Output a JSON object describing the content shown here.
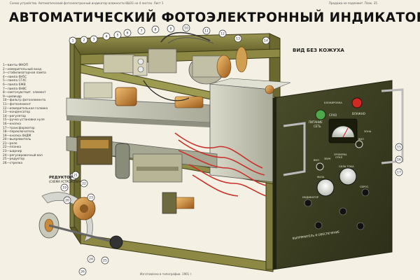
{
  "header": {
    "title": "АВТОМАТИЧЕСКИЙ ФОТОЭЛЕКТРОННЫЙ ИНДИКАТОР ВЛАЖНОСТИ 8Ш31",
    "top_left_note": "Схема устройства. Автоматический фотоэлектронный индикатор влажности 8Ш31 на 4 листах. Лист 1",
    "top_right_note": "Продажа не подлежит. Плак. 35"
  },
  "view_label": "ВИД БЕЗ КОЖУХА",
  "reductor_label": "РЕДУКТОР",
  "reductor_sublabel": "(СХЕМА УСТРОЙСТВА)",
  "legend": [
    "1—винты ФНОП",
    "2—измерительный вход",
    "3—стабилизаторная лампа",
    "4—лампа 6Н5С",
    "5—лампа СГ4С",
    "6—лампа 6Ж8",
    "7—лампа 6Н8С",
    "8—светочувствит. элемент",
    "9—цилиндр",
    "10—фильтр фотоэлемента",
    "11—фотоэлемент",
    "12—измерительная головка",
    "13—конденсатор",
    "14—регулятор",
    "15—ручка установки нуля",
    "16—кнопка",
    "17—трансформатор",
    "18—переключатель",
    "19—кнопка 4НДМ",
    "20—выпрямитель",
    "21—реле",
    "22—планка",
    "23—шарнир",
    "24—регулировочный вал",
    "25—редуктор",
    "26—стрелка"
  ],
  "callouts": [
    "1",
    "2",
    "3",
    "4",
    "5",
    "6",
    "7",
    "8",
    "9",
    "10",
    "11",
    "12",
    "13",
    "14",
    "15",
    "16",
    "17",
    "18",
    "19",
    "20",
    "21",
    "22",
    "23",
    "24",
    "25",
    "26"
  ],
  "panel": {
    "labels": [
      "ПИТАНИЕ",
      "СЕТЬ",
      "СУХО",
      "ВЛАЖНО",
      "БЛОКИРОВКА",
      "ВКЛ",
      "ЗВУК",
      "ОТКЛ",
      "ВКЛ",
      "ФАЗА",
      "СИЛА ТОКА",
      "ПРОВЕРКА",
      "ЗОНА",
      "СБРОС",
      "ИНДИКАТОР"
    ],
    "bottom_text": "ВЫПРЯМИТЕЛЬ И ОБЕСПЕЧЕНИЕ"
  },
  "footer": "Изготовлено в типографии. 1961 г.",
  "colors": {
    "background": "#f4f0e3",
    "frame": "#7d7a3e",
    "frame_dark": "#4d4a1f",
    "panel": "#3c3f22",
    "wire_red": "#c8322a",
    "copper": "#c98a3a",
    "chassis": "#c8c9b8"
  }
}
